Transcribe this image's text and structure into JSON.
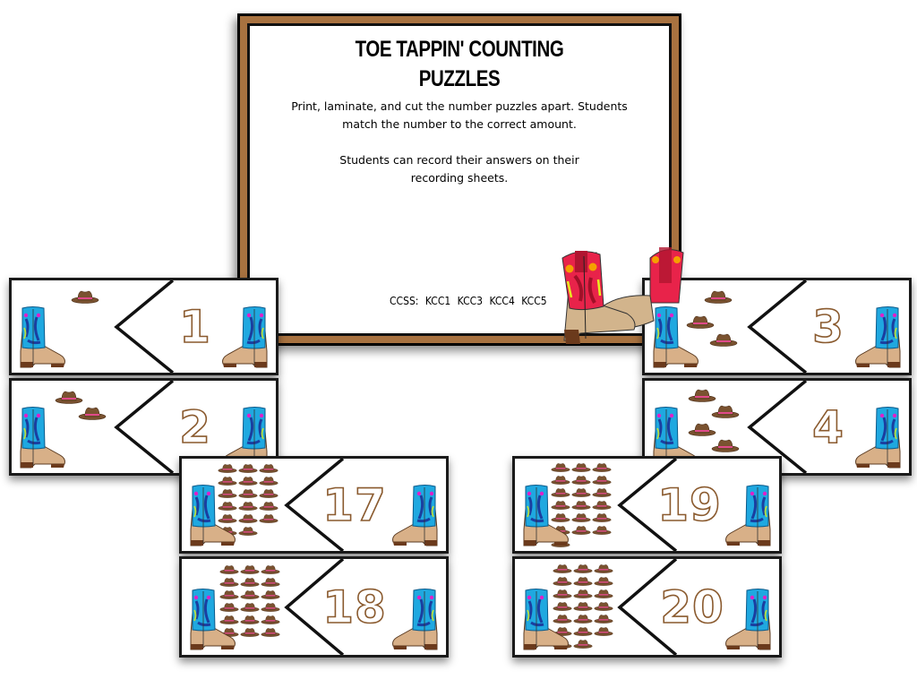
{
  "cover": {
    "title_line1": "TOE TAPPIN' COUNTING",
    "title_line2": "PUZZLES",
    "instructions_1": "Print, laminate, and cut the number puzzles apart.  Students match the number to the correct amount.",
    "instructions_2": "Students can record their answers on their recording sheets.",
    "ccss": "CCSS:  KCC1 KCC3  KCC4  KCC5",
    "frame_color": "#a87240",
    "decoration": "red-cowboy-boots"
  },
  "puzzles": [
    {
      "id": "c1",
      "number": "1",
      "hat_count": 1
    },
    {
      "id": "c2",
      "number": "2",
      "hat_count": 2
    },
    {
      "id": "c3",
      "number": "3",
      "hat_count": 3
    },
    {
      "id": "c4",
      "number": "4",
      "hat_count": 4
    },
    {
      "id": "c17",
      "number": "17",
      "hat_count": 17
    },
    {
      "id": "c18",
      "number": "18",
      "hat_count": 18
    },
    {
      "id": "c19",
      "number": "19",
      "hat_count": 19
    },
    {
      "id": "c20",
      "number": "20",
      "hat_count": 20
    }
  ],
  "colors": {
    "boot_shaft": "#1fa8e0",
    "boot_foot": "#d8b088",
    "boot_heel": "#6b3a1c",
    "hat": "#7a5230",
    "hat_band": "#e04a8a",
    "numeral_outline": "#8a5a2e"
  }
}
